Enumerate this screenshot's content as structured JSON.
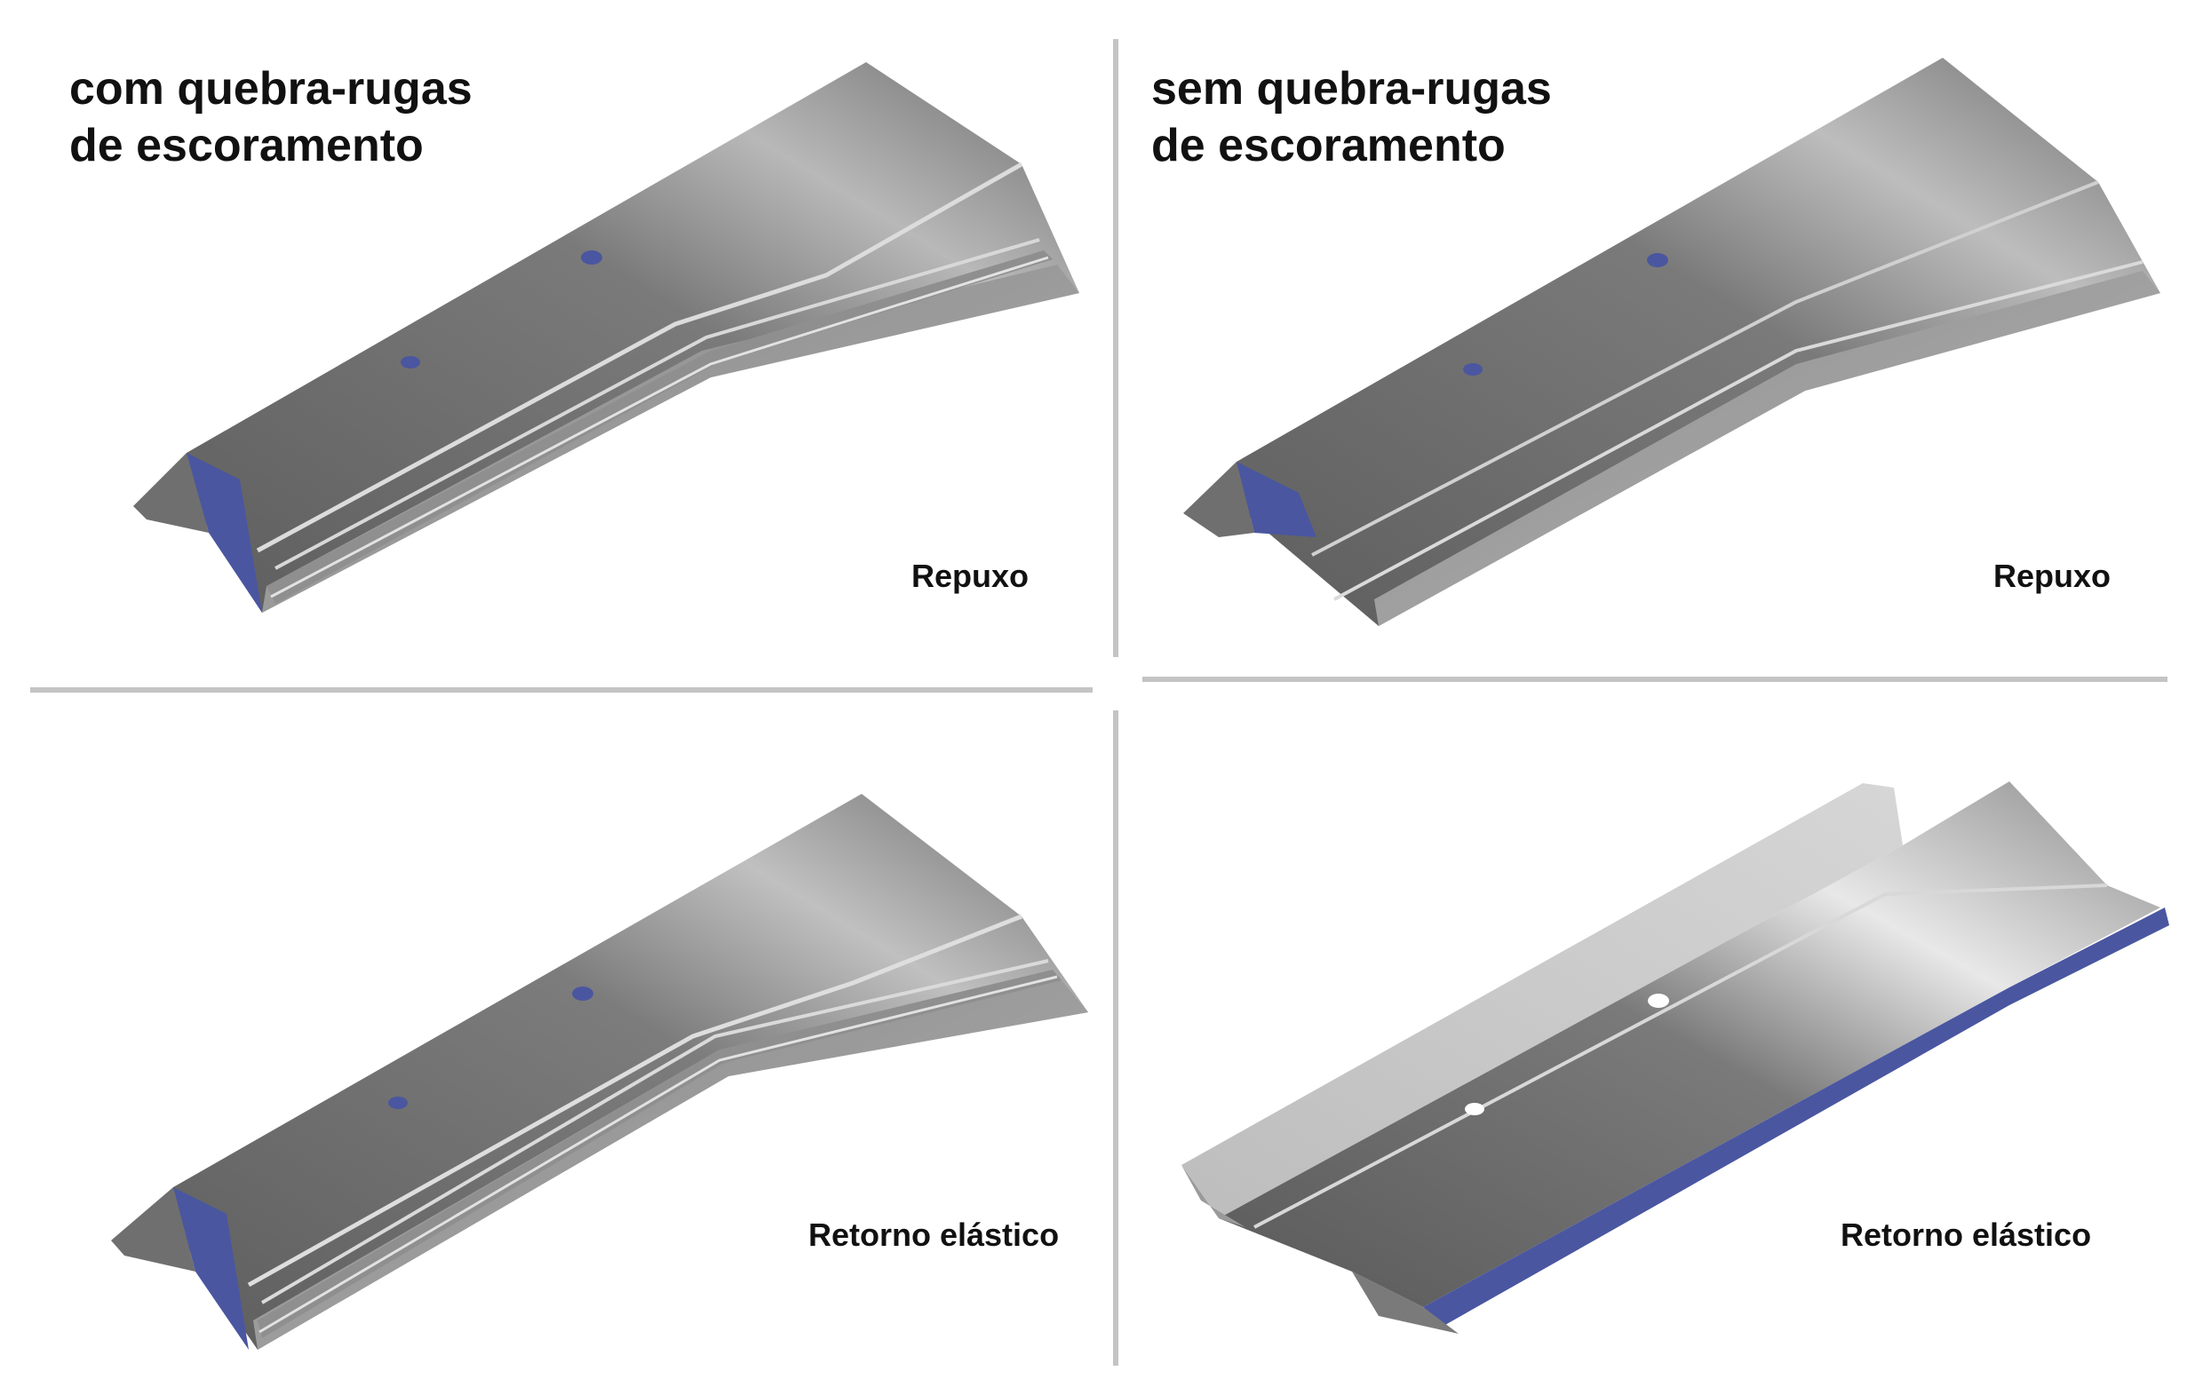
{
  "panels": {
    "top_left": {
      "heading": {
        "line1": "com quebra-rugas",
        "line2": "de escoramento"
      },
      "stage": "Repuxo"
    },
    "top_right": {
      "heading": {
        "line1": "sem quebra-rugas",
        "line2": "de escoramento"
      },
      "stage": "Repuxo"
    },
    "bottom_left": {
      "stage": "Retorno elástico"
    },
    "bottom_right": {
      "stage": "Retorno elástico"
    }
  },
  "colors": {
    "metal_dark": "#6b6b6b",
    "metal_light": "#c9c9c9",
    "inner_blue": "#4a56a0",
    "divider": "#c4c4c4"
  }
}
